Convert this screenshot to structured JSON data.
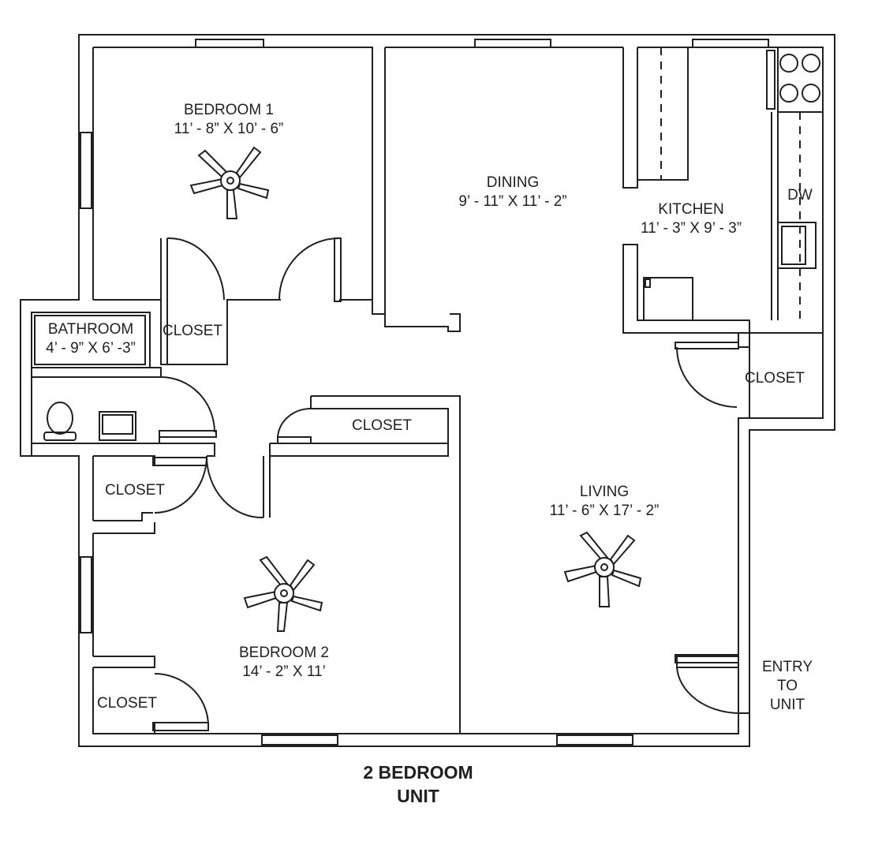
{
  "caption": {
    "line1": "2 BEDROOM",
    "line2": "UNIT"
  },
  "rooms": {
    "bedroom1": {
      "name": "BEDROOM 1",
      "dims": "11’ - 8” X 10’ - 6”"
    },
    "dining": {
      "name": "DINING",
      "dims": "9’ - 11” X 11’ - 2”"
    },
    "kitchen": {
      "name": "KITCHEN",
      "dims": "11’ - 3” X 9’ - 3”"
    },
    "bathroom": {
      "name": "BATHROOM",
      "dims": "4’ - 9” X 6’ -3”"
    },
    "living": {
      "name": "LIVING",
      "dims": "11’ - 6” X 17’ - 2”"
    },
    "bedroom2": {
      "name": "BEDROOM 2",
      "dims": "14’ - 2” X 11’"
    }
  },
  "closets": {
    "bed1_closet": "CLOSET",
    "hall_closet": "CLOSET",
    "kitchen_closet": "CLOSET",
    "bath_closet": "CLOSET",
    "bed2_closet": "CLOSET"
  },
  "fixtures": {
    "dishwasher": "DW"
  },
  "entry": {
    "line1": "ENTRY",
    "line2": "TO",
    "line3": "UNIT"
  },
  "colors": {
    "line": "#231f20",
    "background": "#ffffff"
  }
}
